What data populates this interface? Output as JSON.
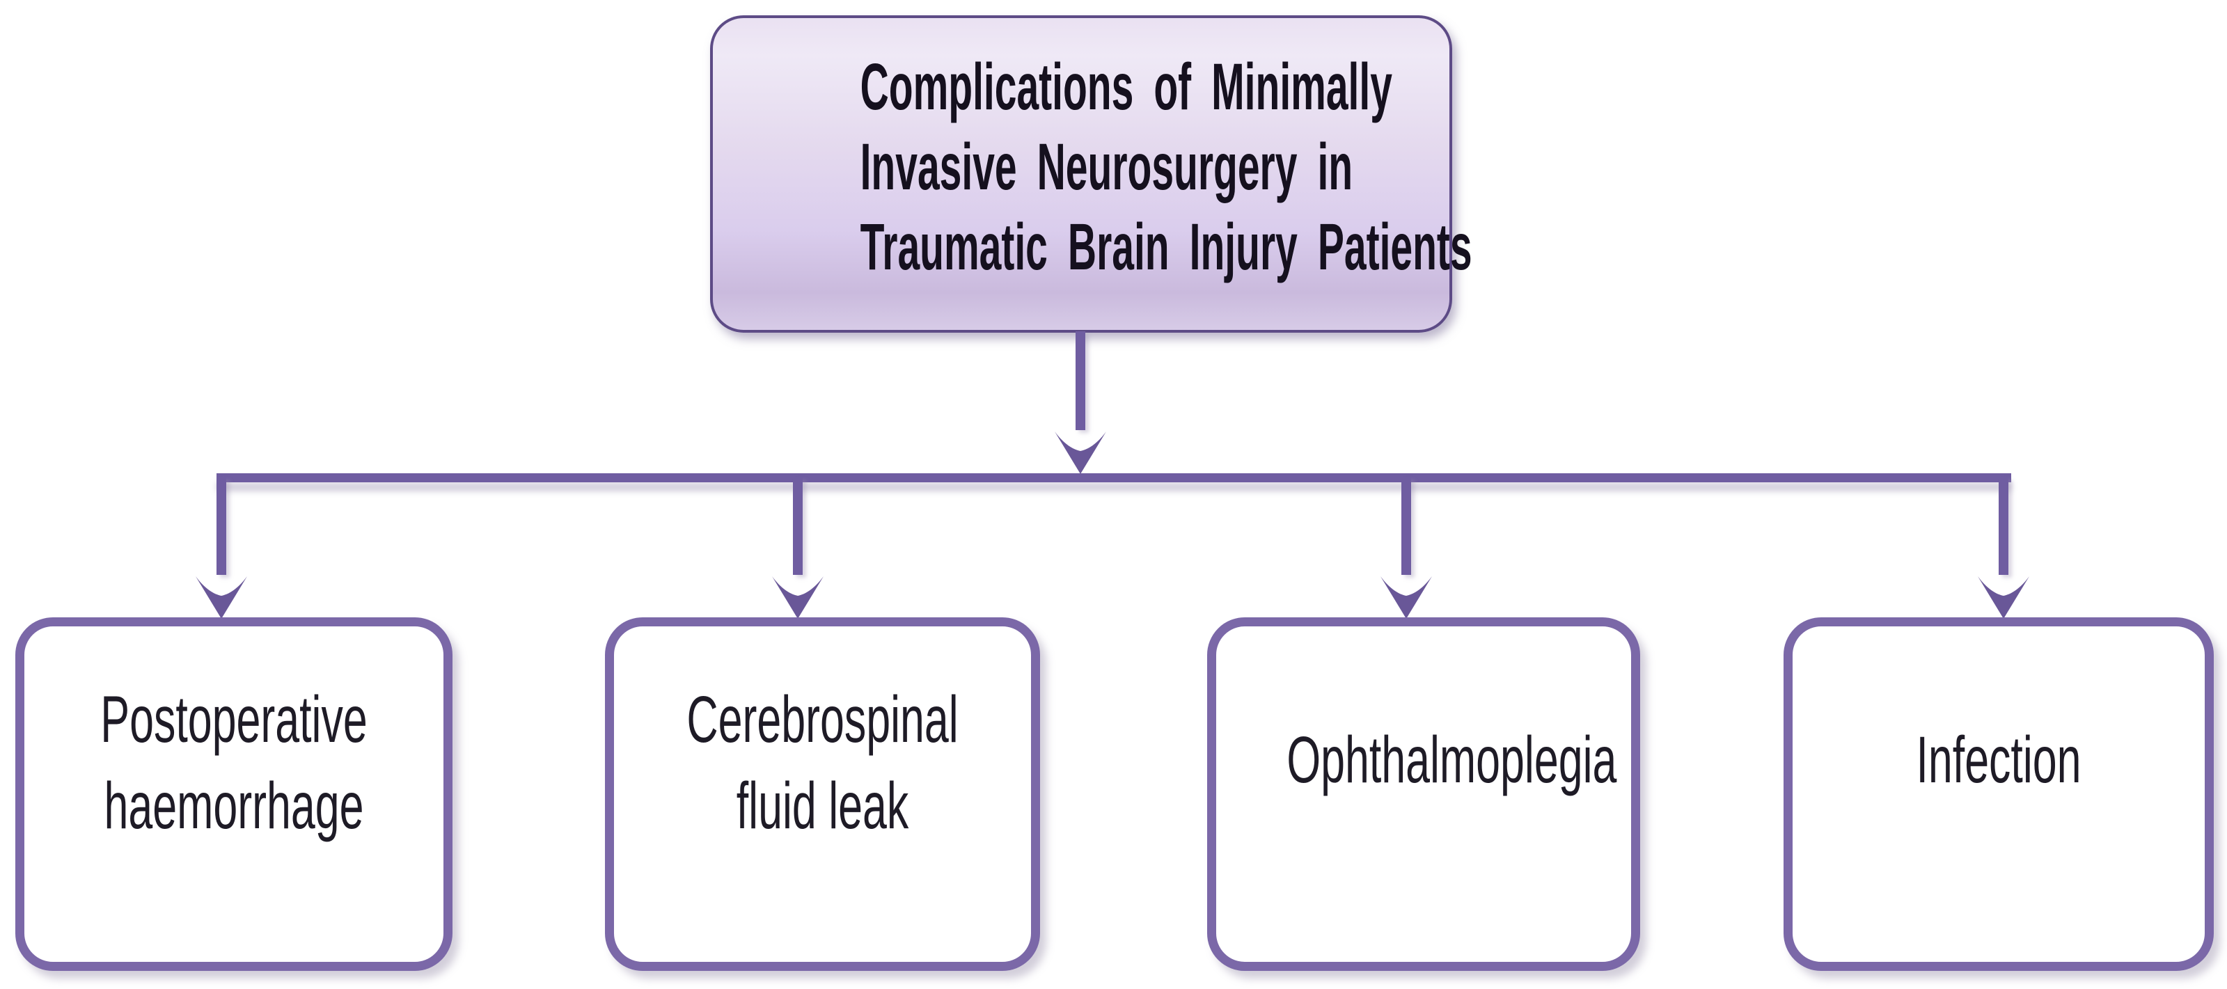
{
  "figure": {
    "type": "flowchart",
    "root": {
      "id": "complications",
      "label": "Complications of Minimally Invasive Neurosurgery in Traumatic Brain Injury Patients",
      "lines": [
        "Complications of Minimally",
        "Invasive Neurosurgery in",
        "Traumatic Brain Injury Patients"
      ]
    },
    "children": [
      {
        "id": "postoperative-haemorrhage",
        "label": "Postoperative haemorrhage",
        "lines": [
          "Postoperative",
          "haemorrhage"
        ]
      },
      {
        "id": "cerebrospinal-fluid-leak",
        "label": "Cerebrospinal fluid leak",
        "lines": [
          "Cerebrospinal",
          "fluid leak"
        ]
      },
      {
        "id": "ophthalmoplegia",
        "label": "Ophthalmoplegia",
        "lines": [
          "Ophthalmoplegia"
        ]
      },
      {
        "id": "infection",
        "label": "Infection",
        "lines": [
          "Infection"
        ]
      }
    ],
    "colors": {
      "connector": "#6f5da1",
      "arrowhead": "#695798",
      "child_border": "#7b68a8",
      "root_border": "#5d4b86",
      "root_fill_top": "#eae1f2",
      "root_fill_mid": "#e4d9ee",
      "root_fill_low": "#cabadd",
      "root_fill_edge": "#d7cbe7",
      "title_text": "#15101e",
      "child_text": "#1e1b26",
      "box_fill": "#ffffff",
      "background": "#ffffff"
    }
  }
}
